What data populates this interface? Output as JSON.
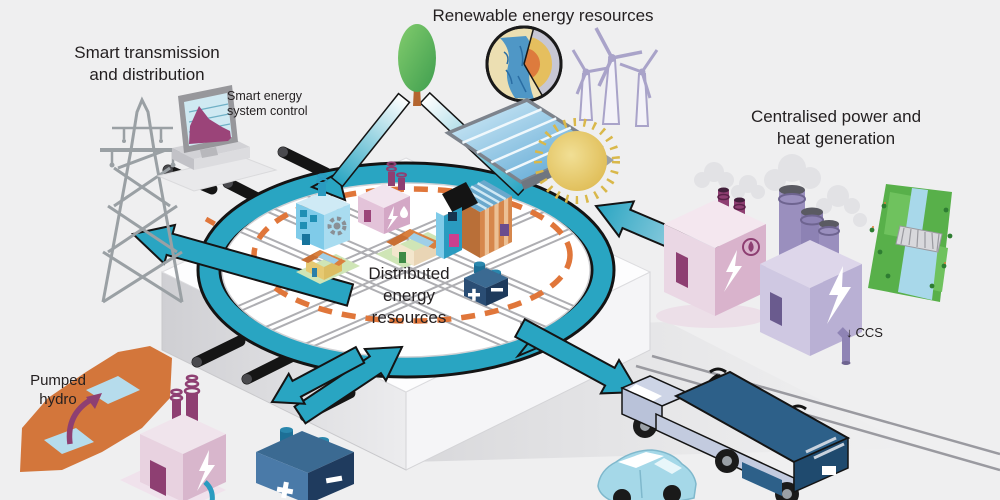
{
  "diagram": {
    "background": "#efeff0",
    "labels": {
      "smart_transmission": "Smart transmission\nand distribution",
      "smart_control": "Smart energy\nsystem control",
      "renewables": "Renewable energy resources",
      "centralised": "Centralised power and\nheat generation",
      "distributed": "Distributed\nenergy\nresources",
      "pumped_hydro": "Pumped\nhydro",
      "ccs_arrow": "↓",
      "ccs": "CCS"
    },
    "colors": {
      "flow_teal": "#29a5c2",
      "dashed_orange": "#e0763a",
      "text": "#231f20",
      "sun_yellow": "#e3c668",
      "tree_green": "#55b04b",
      "turbine_lilac": "#a9a3c9",
      "plant_pink": "#ead7e4",
      "plant_purple": "#cfc8e2",
      "chimney_magenta": "#8e3f72",
      "battery_navy": "#1f3b5e",
      "pumped_hydro_orange": "#d3763b",
      "ev_blue": "#2d6089",
      "platform_white": "#ffffff"
    },
    "icons": [
      {
        "name": "transmission-tower-icon",
        "depicts": "high-voltage lattice pylon"
      },
      {
        "name": "control-monitor-icon",
        "depicts": "monitor showing energy chart"
      },
      {
        "name": "tree-icon",
        "depicts": "bioenergy tree"
      },
      {
        "name": "geothermal-globe-icon",
        "depicts": "earth cutaway with geothermal layers"
      },
      {
        "name": "wind-turbines-icon",
        "depicts": "three wind turbines"
      },
      {
        "name": "solar-panel-icon",
        "depicts": "solar PV array"
      },
      {
        "name": "sun-icon",
        "depicts": "sun"
      },
      {
        "name": "chp-plant-icon",
        "depicts": "combined heat and power plant"
      },
      {
        "name": "thermal-plant-icon",
        "depicts": "thermal power plant with CCS pipe"
      },
      {
        "name": "hydro-dam-icon",
        "depicts": "hydroelectric dam on river"
      },
      {
        "name": "pumped-hydro-icon",
        "depicts": "pumped hydro hill with two reservoirs"
      },
      {
        "name": "fuel-plant-icon",
        "depicts": "small fuel conversion plant"
      },
      {
        "name": "battery-icon",
        "depicts": "grid scale battery"
      },
      {
        "name": "electric-truck-icon",
        "depicts": "electric truck under catenary"
      },
      {
        "name": "electric-car-icon",
        "depicts": "electric car"
      },
      {
        "name": "district-platform-icon",
        "depicts": "distributed energy resources district"
      }
    ]
  }
}
